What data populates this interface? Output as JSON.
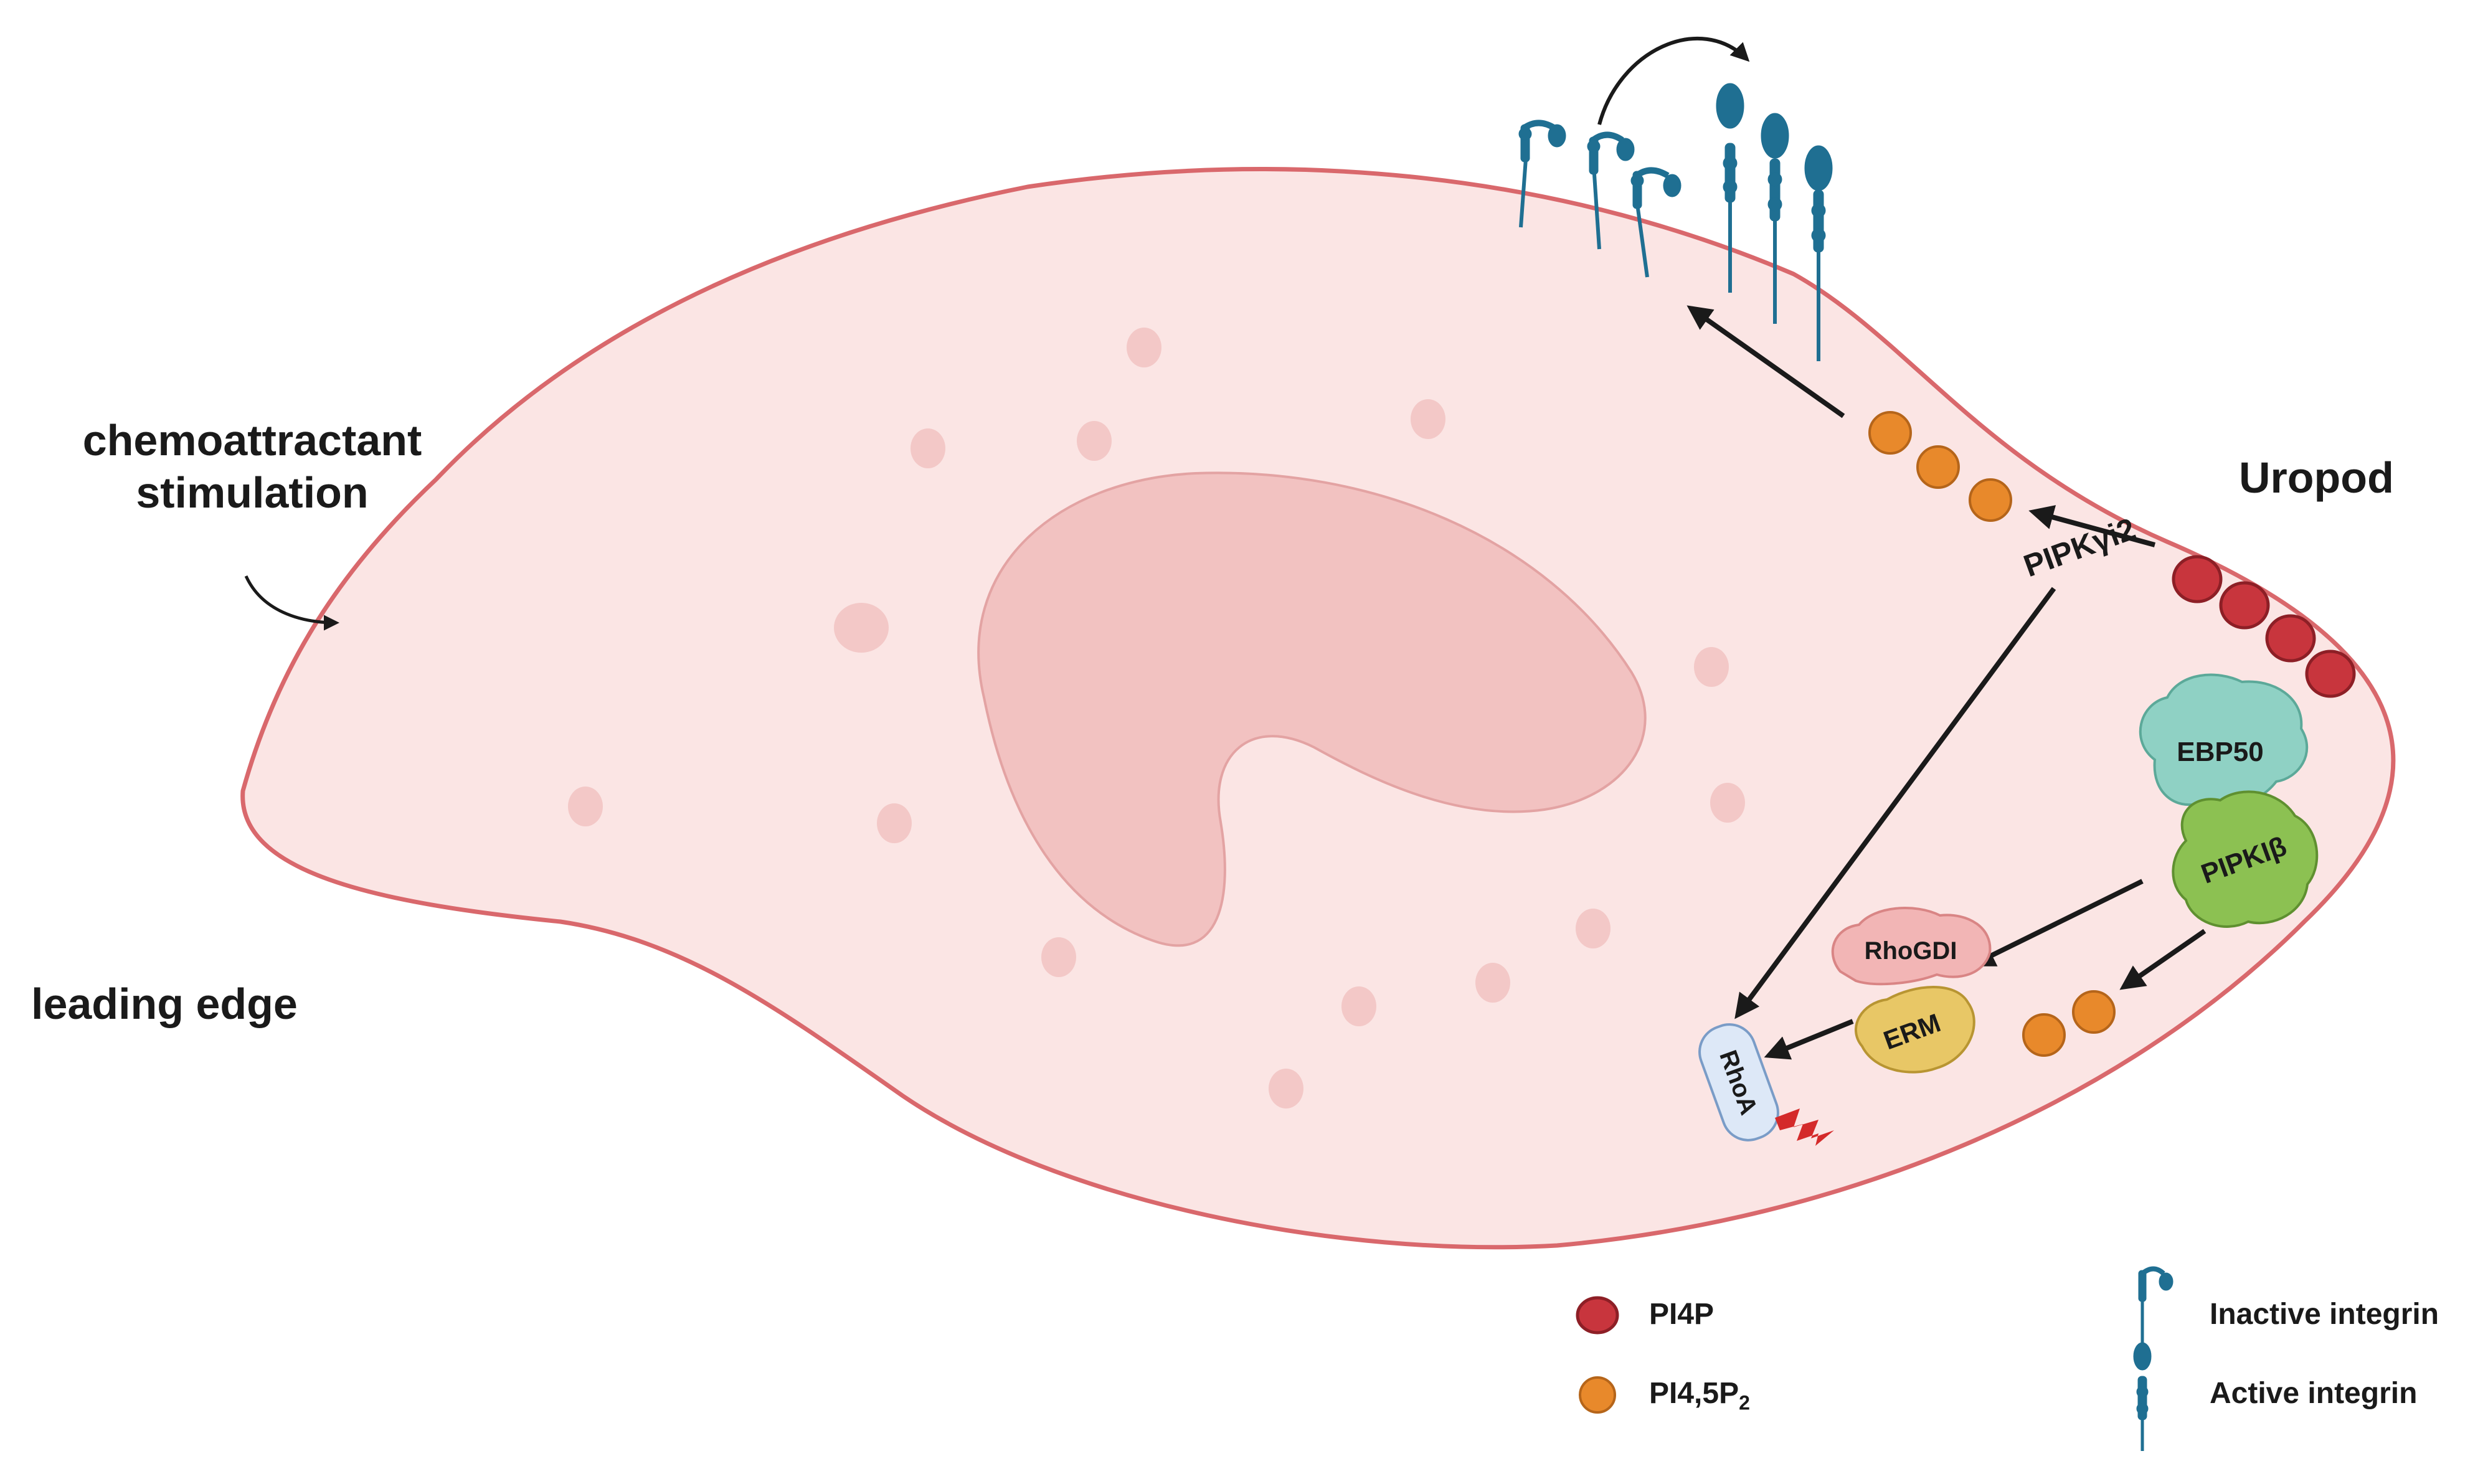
{
  "labels": {
    "stimulus_line1": "chemoattractant",
    "stimulus_line2": "stimulation",
    "leading_edge": "leading edge",
    "uropod": "Uropod",
    "pipk_gamma": "PIPKγi2",
    "ebp50": "EBP50",
    "pipk_beta": "PIPKIβ",
    "rhogdi": "RhoGDI",
    "erm": "ERM",
    "rhoa": "RhoA"
  },
  "legend": {
    "pi4p": "PI4P",
    "pip2_main": "PI4,5P",
    "pip2_sub": "2",
    "inactive_integrin": "Inactive integrin",
    "active_integrin": "Active integrin"
  },
  "colors": {
    "cell_fill": "#fbe5e4",
    "cell_stroke": "#d9686c",
    "nucleus_fill": "#f2c2c1",
    "vesicle": "#f3c8c7",
    "pi4p": "#c8353d",
    "pip2": "#e8892b",
    "integrin": "#1f6f92",
    "ebp50": "#8fd1c4",
    "pipk_beta": "#8cc152",
    "rhogdi": "#f2b5b5",
    "erm": "#e8c766",
    "rhoa": "#dde8f7",
    "arrow": "#1a1a1a",
    "spark": "#d42a2a"
  }
}
